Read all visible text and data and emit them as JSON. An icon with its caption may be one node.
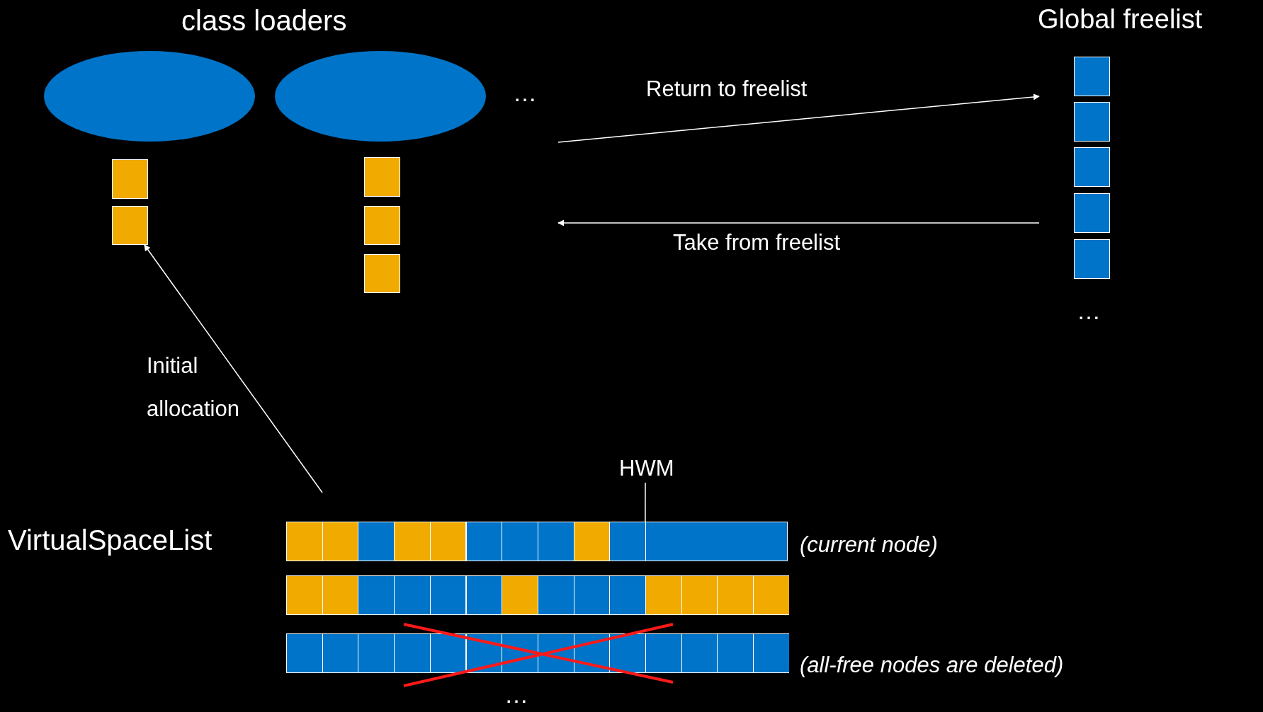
{
  "diagram": {
    "nodes": [
      {
        "text": [],
        "shape": "ellipse"
      },
      {
        "text": [],
        "shape": "ellipse"
      },
      {
        "text": [],
        "shape": "box"
      },
      {
        "text": [],
        "shape": "box"
      },
      {
        "text": [],
        "shape": "box"
      },
      {
        "text": [],
        "shape": "box"
      },
      {
        "text": [],
        "shape": "box"
      },
      {
        "text": [
          "Global freelist"
        ]
      },
      {
        "text": [],
        "shape": "box",
        "in": 7
      },
      {
        "text": [],
        "shape": "box",
        "in": 7
      },
      {
        "text": [],
        "shape": "box",
        "in": 7
      },
      {
        "text": [],
        "shape": "box",
        "in": 7
      },
      {
        "text": [],
        "shape": "box",
        "in": 7
      },
      {
        "text": [
          "VirtualSpaceList"
        ]
      },
      {
        "text": [],
        "shape": "bar",
        "beside": [
          "(current node)"
        ]
      },
      {
        "text": [],
        "shape": "bar"
      },
      {
        "text": [],
        "shape": "bar",
        "beside": [
          "(all-free nodes are deleted)"
        ]
      },
      {
        "text": [
          "HWM"
        ]
      }
    ],
    "edges": [
      {
        "from": null,
        "to": 7,
        "arrow": "to",
        "label": "Return to freelist"
      },
      {
        "from": 7,
        "to": null,
        "arrow": "to",
        "label": "Take from freelist"
      },
      {
        "from": null,
        "to": 3,
        "arrow": "to",
        "label": "Initial allocation"
      },
      {
        "from": 17,
        "to": 14,
        "arrow": "none"
      }
    ],
    "labels": [
      "class loaders",
      "…",
      "…",
      "…"
    ]
  }
}
